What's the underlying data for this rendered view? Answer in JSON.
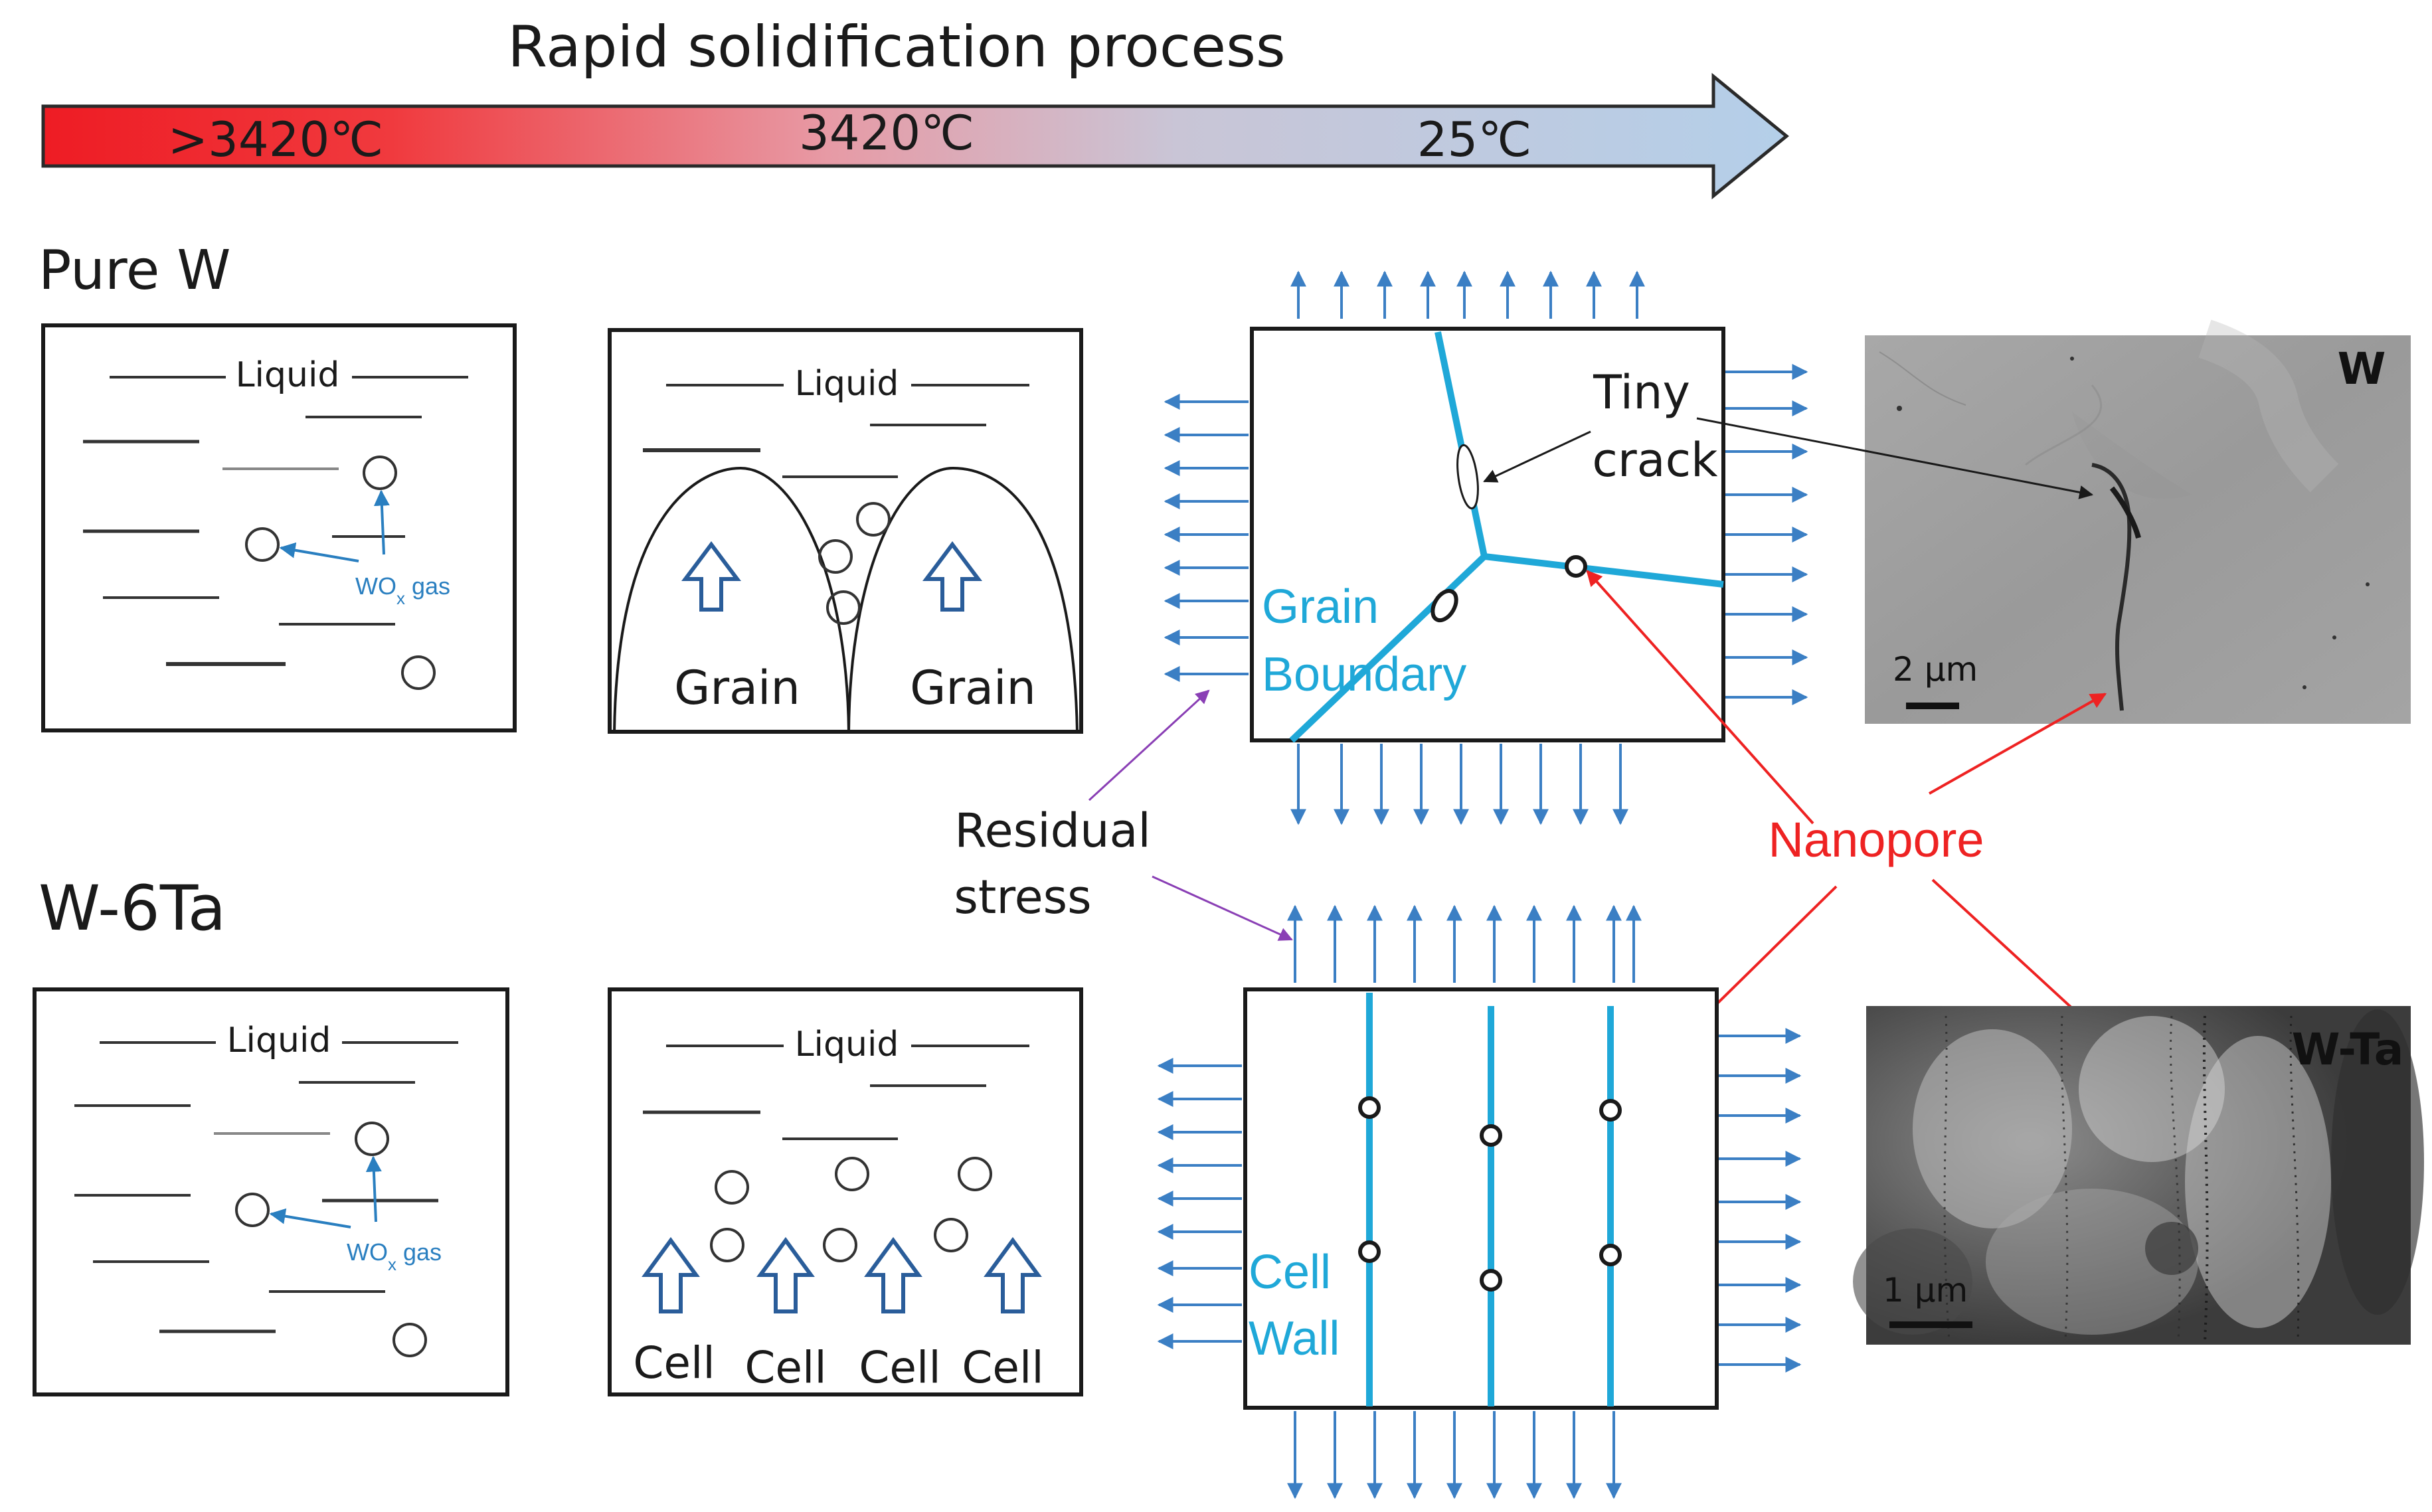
{
  "title": "Rapid solidification process",
  "arrow": {
    "temps": [
      ">3420℃",
      "3420℃",
      "25℃"
    ],
    "gradient": [
      "#ee1c24",
      "#ffffff",
      "#b8d1ea"
    ]
  },
  "rows": [
    {
      "label": "Pure W"
    },
    {
      "label": "W-6Ta"
    }
  ],
  "stage1": {
    "liquid": "Liquid",
    "gas": "WOx gas"
  },
  "stage2_pure": {
    "liquid": "Liquid",
    "grains": [
      "Grain",
      "Grain"
    ]
  },
  "stage2_ta": {
    "liquid": "Liquid",
    "cells": [
      "Cell",
      "Cell",
      "Cell",
      "Cell"
    ]
  },
  "stage3_pure": {
    "crack_line1": "Tiny",
    "crack_line2": "crack",
    "boundary_line1": "Grain",
    "boundary_line2": "Boundary"
  },
  "stage3_ta": {
    "wall_line1": "Cell",
    "wall_line2": "Wall"
  },
  "residual_stress": {
    "line1": "Residual",
    "line2": "stress"
  },
  "nanopore": "Nanopore",
  "micrographs": [
    {
      "label": "W",
      "scale": "2 µm"
    },
    {
      "label": "W-Ta",
      "scale": "1 µm"
    }
  ],
  "colors": {
    "boundary": "#1fa8d8",
    "stress_arrow": "#3b7fc4",
    "nanopore": "#ee2222",
    "purple": "#8a3fb5"
  }
}
